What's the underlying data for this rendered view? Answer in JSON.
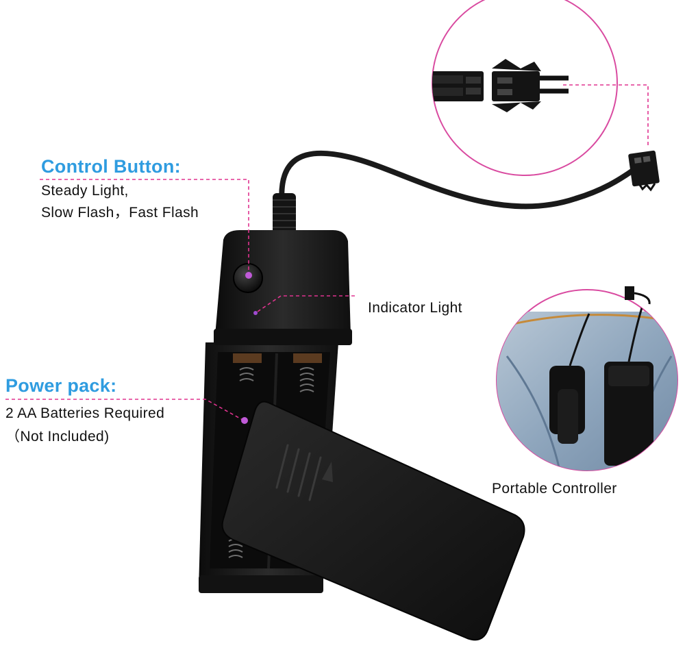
{
  "callouts": {
    "control_button": {
      "title": "Control Button:",
      "lines": [
        "Steady Light,",
        "Slow Flash，Fast Flash"
      ]
    },
    "indicator_light": {
      "label": "Indicator Light"
    },
    "power_pack": {
      "title": "Power pack:",
      "lines": [
        "2 AA Batteries Required",
        "（Not Included)"
      ]
    },
    "portable_controller": {
      "label": "Portable Controller"
    }
  },
  "colors": {
    "heading": "#2f9ce0",
    "leader_line": "#e0338f",
    "circle_border": "#d94aa0",
    "device": "#1a1a1a"
  },
  "icons": {
    "connector_closeup": "connector-closeup-icon",
    "control_button": "power-button-icon",
    "indicator_led": "led-icon",
    "battery_cover": "battery-cover-icon",
    "pocket_photo": "pocket-clip-photo"
  }
}
